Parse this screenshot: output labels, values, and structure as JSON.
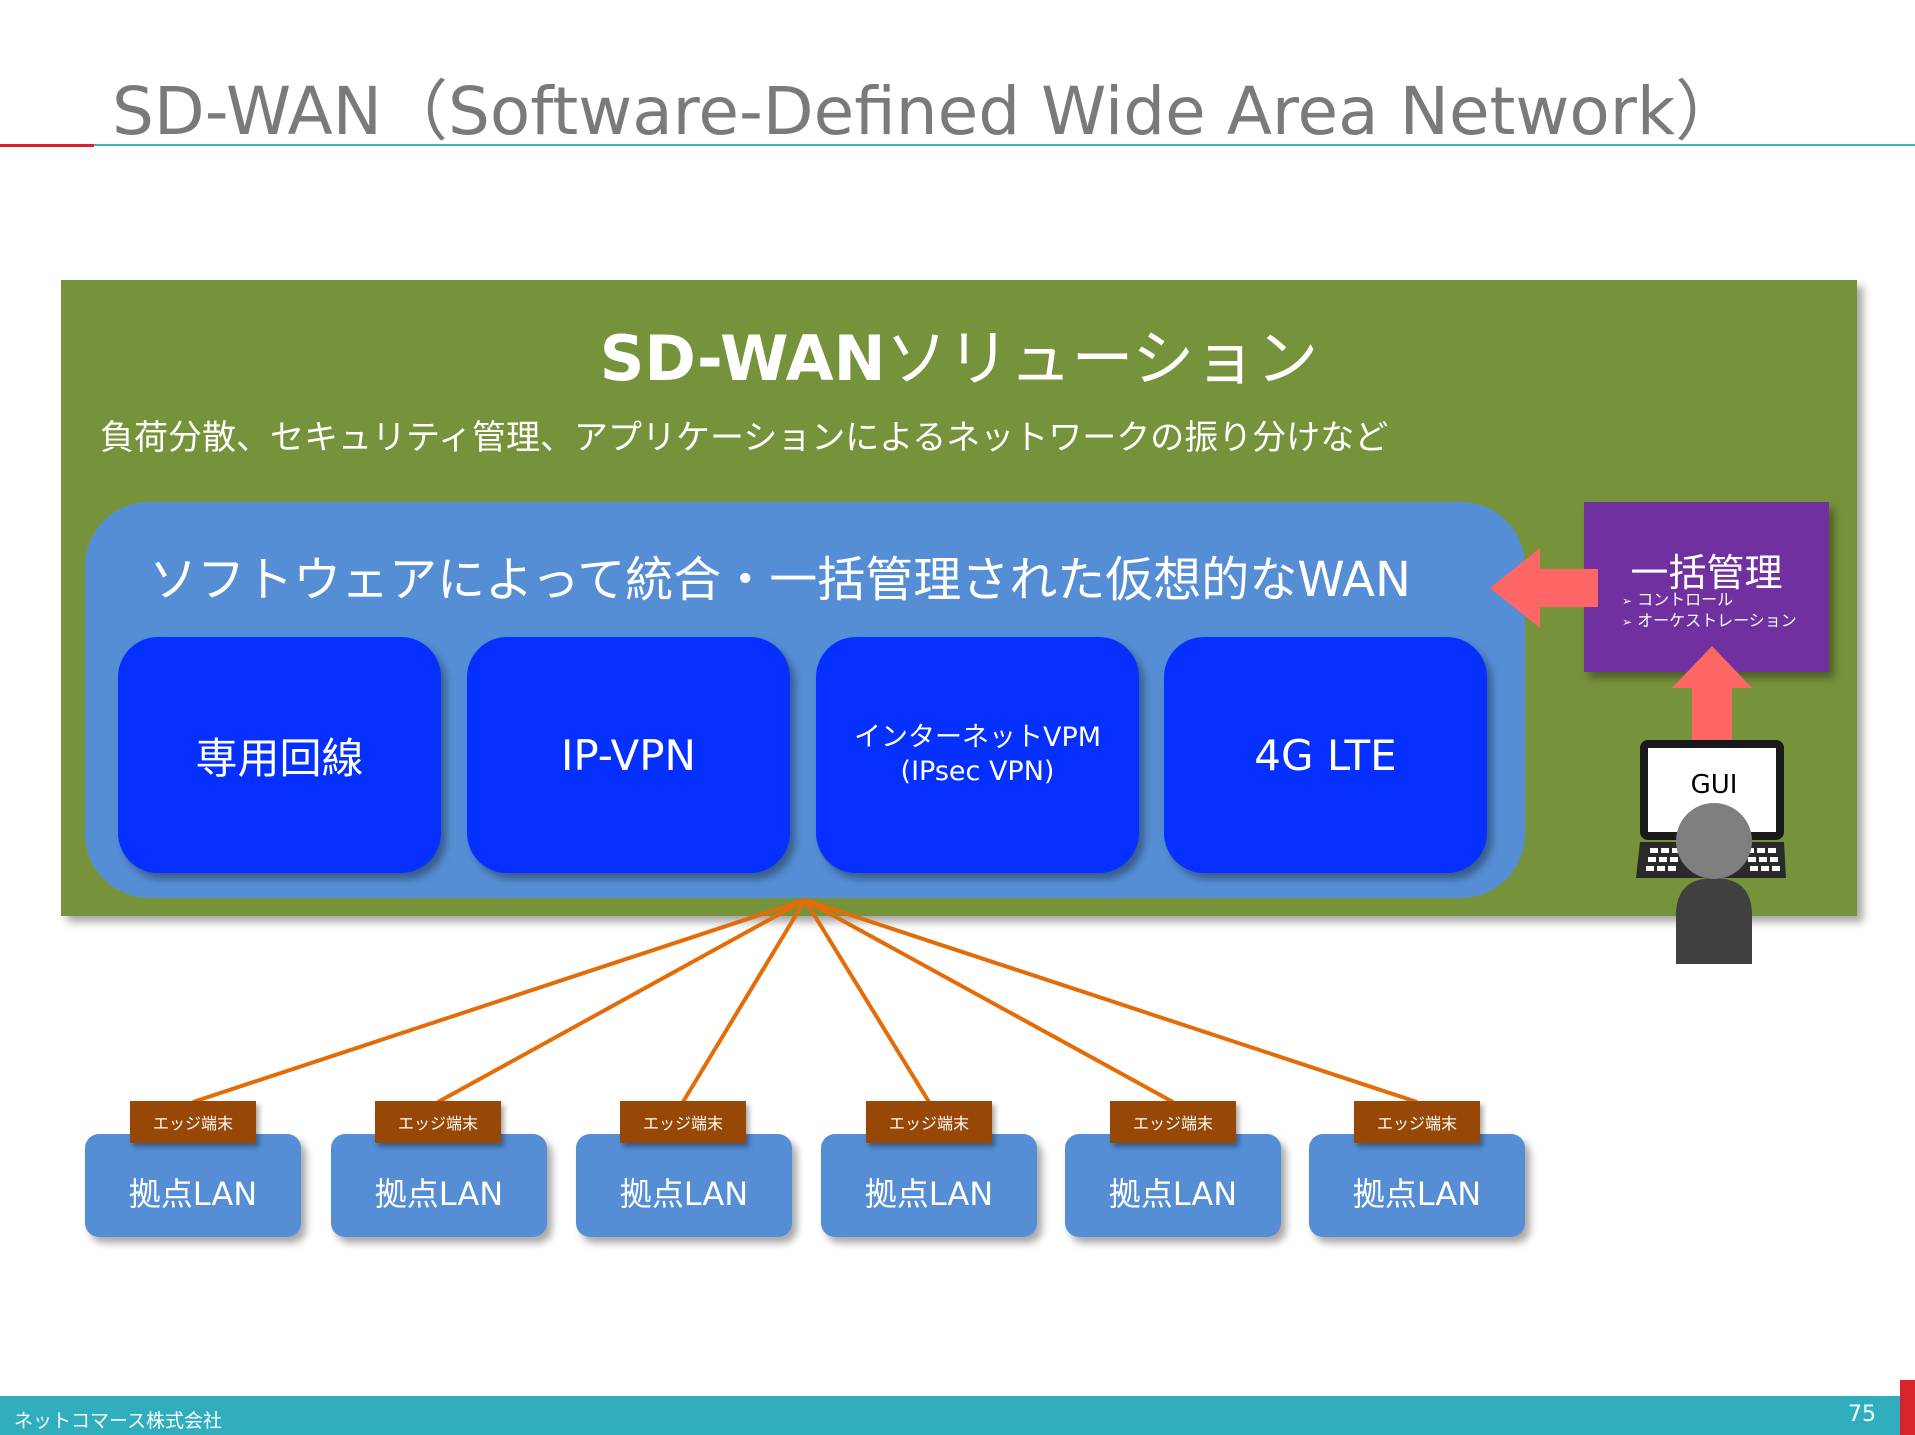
{
  "slide": {
    "title": "SD-WAN（Software-Defined Wide Area Network）",
    "company": "ネットコマース株式会社",
    "page_number": "75"
  },
  "solution": {
    "title_bold": "SD-WAN",
    "title_rest": "ソリューション",
    "subtitle": "負荷分散、セキュリティ管理、アプリケーションによるネットワークの振り分けなど"
  },
  "wan": {
    "title": "ソフトウェアによって統合・一括管理された仮想的なWAN",
    "lines": [
      {
        "label": "専用回線"
      },
      {
        "label": "IP-VPN"
      },
      {
        "label": "インターネットVPM\n(IPsec VPN)"
      },
      {
        "label": "4G LTE"
      }
    ]
  },
  "management": {
    "title": "一括管理",
    "items": [
      "コントロール",
      "オーケストレーション"
    ]
  },
  "gui": {
    "label": "GUI"
  },
  "sites": [
    {
      "edge": "エッジ端末",
      "label": "拠点LAN"
    },
    {
      "edge": "エッジ端末",
      "label": "拠点LAN"
    },
    {
      "edge": "エッジ端末",
      "label": "拠点LAN"
    },
    {
      "edge": "エッジ端末",
      "label": "拠点LAN"
    },
    {
      "edge": "エッジ端末",
      "label": "拠点LAN"
    },
    {
      "edge": "エッジ端末",
      "label": "拠点LAN"
    }
  ],
  "colors": {
    "green_panel": "#76933c",
    "wan_panel": "#558ed5",
    "line_box": "#0530ff",
    "management": "#7030a0",
    "arrow": "#ff6666",
    "connector": "#e36c09",
    "edge_device": "#974806"
  }
}
